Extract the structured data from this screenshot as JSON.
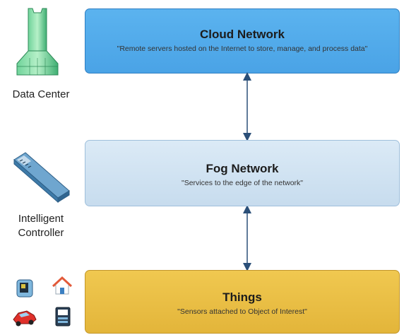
{
  "layers": {
    "cloud": {
      "title": "Cloud Network",
      "description": "\"Remote servers hosted on the Internet to store, manage, and process data\"",
      "color": "#4fabea"
    },
    "fog": {
      "title": "Fog Network",
      "description": "\"Services to the edge of the network\"",
      "color": "#d2e4f2"
    },
    "things": {
      "title": "Things",
      "description": "\"Sensors attached to Object of Interest\"",
      "color": "#e9bd42"
    }
  },
  "side": {
    "data_center_label": "Data Center",
    "controller_label_line1": "Intelligent",
    "controller_label_line2": "Controller"
  },
  "icons": [
    "data-center-tower",
    "network-switch",
    "sensor-device",
    "home",
    "car",
    "server-box"
  ],
  "connector_color": "#2b4f78"
}
